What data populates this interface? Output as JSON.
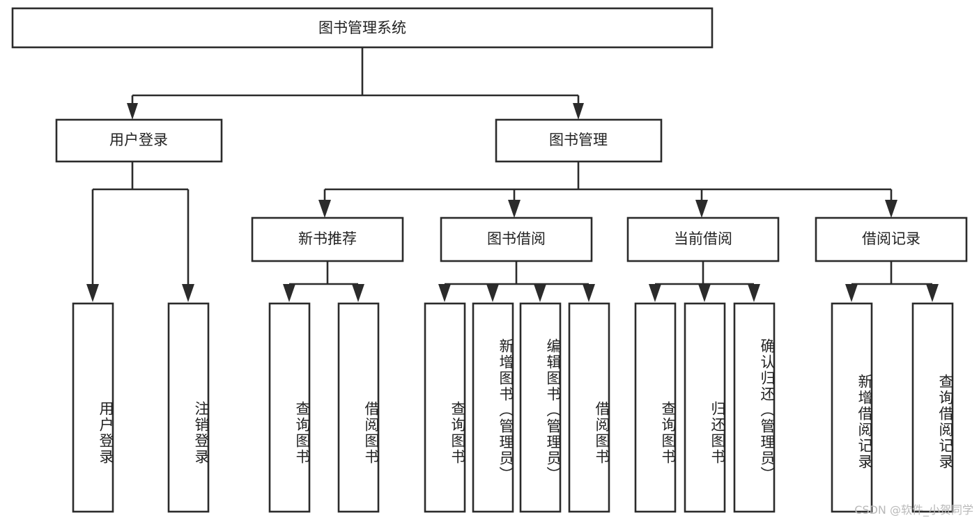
{
  "diagram": {
    "title": "图书管理系统",
    "type": "tree",
    "watermark": "CSDN @软件_小贺同学",
    "colors": {
      "stroke": "#2b2b2b",
      "fill": "#ffffff",
      "text": "#222222",
      "watermark": "#b9b9b9",
      "background": "#ffffff"
    },
    "root": {
      "id": "root",
      "label": "图书管理系统",
      "orientation": "horizontal"
    },
    "level2": [
      {
        "id": "user-login",
        "label": "用户登录",
        "orientation": "horizontal"
      },
      {
        "id": "book-manage",
        "label": "图书管理",
        "orientation": "horizontal"
      }
    ],
    "level3": [
      {
        "id": "new-book-recommend",
        "label": "新书推荐",
        "parent": "book-manage",
        "orientation": "horizontal"
      },
      {
        "id": "book-borrow",
        "label": "图书借阅",
        "parent": "book-manage",
        "orientation": "horizontal"
      },
      {
        "id": "current-borrow",
        "label": "当前借阅",
        "parent": "book-manage",
        "orientation": "horizontal"
      },
      {
        "id": "borrow-record",
        "label": "借阅记录",
        "parent": "book-manage",
        "orientation": "horizontal"
      }
    ],
    "leaves": [
      {
        "id": "leaf-user-login",
        "label": "用户登录",
        "parent": "user-login",
        "orientation": "vertical"
      },
      {
        "id": "leaf-user-logout",
        "label": "注销登录",
        "parent": "user-login",
        "orientation": "vertical"
      },
      {
        "id": "leaf-query-book-1",
        "label": "查询图书",
        "parent": "new-book-recommend",
        "orientation": "vertical"
      },
      {
        "id": "leaf-borrow-book-1",
        "label": "借阅图书",
        "parent": "new-book-recommend",
        "orientation": "vertical"
      },
      {
        "id": "leaf-query-book-2",
        "label": "查询图书",
        "parent": "book-borrow",
        "orientation": "vertical"
      },
      {
        "id": "leaf-add-book",
        "label": "新增图书（管理员）",
        "parent": "book-borrow",
        "orientation": "vertical"
      },
      {
        "id": "leaf-edit-book",
        "label": "编辑图书（管理员）",
        "parent": "book-borrow",
        "orientation": "vertical"
      },
      {
        "id": "leaf-borrow-book-2",
        "label": "借阅图书",
        "parent": "book-borrow",
        "orientation": "vertical"
      },
      {
        "id": "leaf-query-book-3",
        "label": "查询图书",
        "parent": "current-borrow",
        "orientation": "vertical"
      },
      {
        "id": "leaf-return-book",
        "label": "归还图书",
        "parent": "current-borrow",
        "orientation": "vertical"
      },
      {
        "id": "leaf-confirm-return",
        "label": "确认归还（管理员）",
        "parent": "current-borrow",
        "orientation": "vertical"
      },
      {
        "id": "leaf-add-record",
        "label": "新增借阅记录",
        "parent": "borrow-record",
        "orientation": "vertical"
      },
      {
        "id": "leaf-query-record",
        "label": "查询借阅记录",
        "parent": "borrow-record",
        "orientation": "vertical"
      }
    ]
  }
}
